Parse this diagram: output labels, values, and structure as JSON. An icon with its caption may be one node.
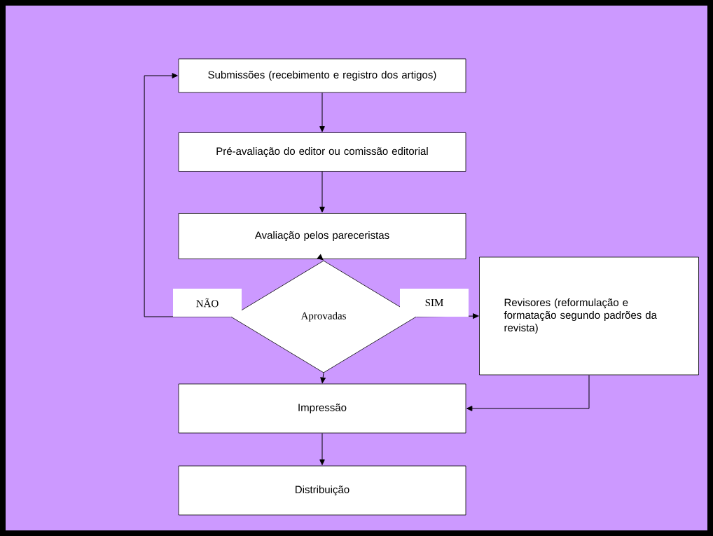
{
  "diagram": {
    "nodes": [
      {
        "text": [
          "Submissões (recebimento e registro dos artigos)"
        ]
      },
      {
        "text": [
          "Pré-avaliação do editor ou comissão editorial"
        ]
      },
      {
        "text": [
          "Avaliação pelos pareceristas"
        ]
      },
      {
        "text": [
          "Aprovadas"
        ]
      },
      {
        "text": [
          "Revisores (reformulação e formatação segundo padrões da revista)"
        ]
      },
      {
        "text": [
          "Impressão"
        ]
      },
      {
        "text": [
          "Distribuição"
        ]
      }
    ],
    "edges": [
      {
        "from": 0,
        "to": 1,
        "arrow": "to"
      },
      {
        "from": 1,
        "to": 2,
        "arrow": "to"
      },
      {
        "from": 2,
        "to": 3,
        "arrow": "to"
      },
      {
        "from": 3,
        "to": 0,
        "arrow": "to",
        "label": "NÃO"
      },
      {
        "from": 3,
        "to": 4,
        "arrow": "to",
        "label": "SIM"
      },
      {
        "from": 3,
        "to": 5,
        "arrow": "to"
      },
      {
        "from": 4,
        "to": 5,
        "arrow": "to"
      },
      {
        "from": 5,
        "to": 6,
        "arrow": "to"
      }
    ]
  }
}
